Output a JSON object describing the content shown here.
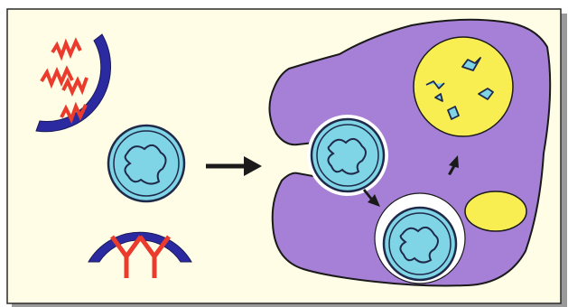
{
  "figure": {
    "panel_color": "#fffde6",
    "frame_color": "#2a2a2a",
    "shadow_color": "#9a9a9a",
    "receptor_color": "#2b2aa0",
    "label_color": "#ea3b2c",
    "particle_fill": "#7fd4e6",
    "particle_outline": "#1f2a4a",
    "cell_fill": "#a67fd6",
    "vacuole_color": "#f8ee52",
    "vesicle_halo": "#ffffff",
    "arrow_color": "#1a1a1a",
    "elements": [
      {
        "name": "zigzag-ligand-on-receptor",
        "label": "ligand"
      },
      {
        "name": "antibody-y-labels",
        "label": "YY"
      },
      {
        "name": "free-particle",
        "label": "particle"
      },
      {
        "name": "process-arrow",
        "label": "arrow"
      },
      {
        "name": "phagocytic-cell",
        "label": "cell"
      }
    ]
  }
}
